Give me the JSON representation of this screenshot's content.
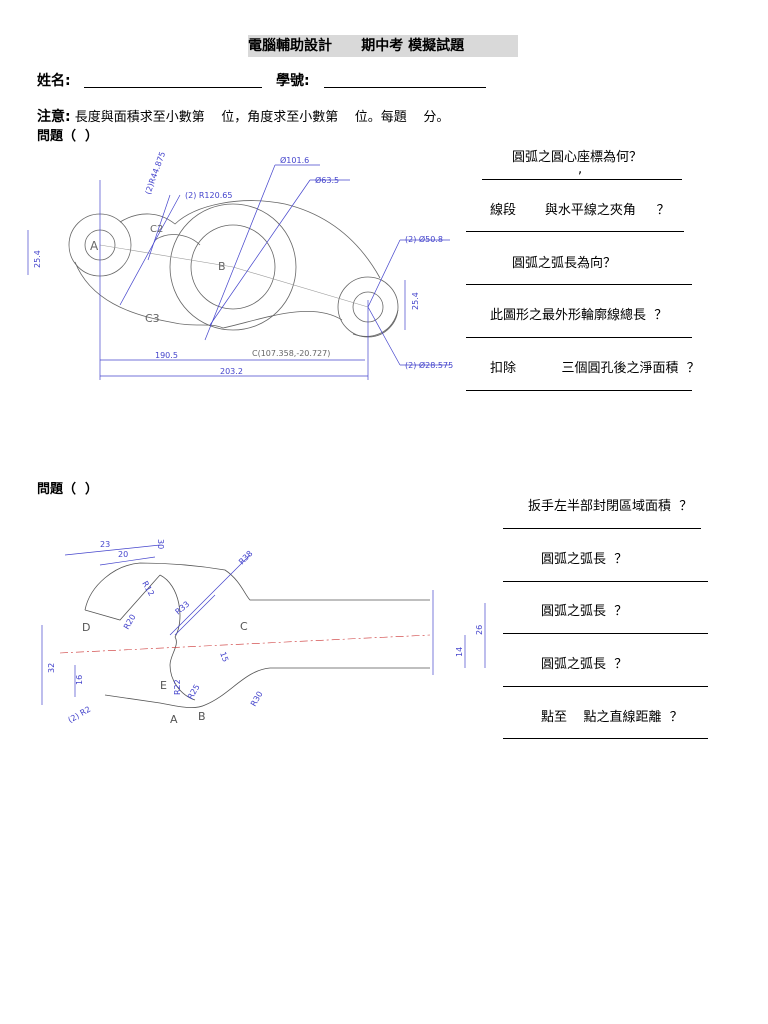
{
  "header": {
    "title": "電腦輔助設計      期中考 模擬試題"
  },
  "student": {
    "name_label": "姓名:",
    "id_label": "學號:"
  },
  "note": {
    "label": "注意:",
    "text": " 長度與面積求至小數第    位，角度求至小數第    位。每題    分。"
  },
  "section1": {
    "heading": "問題（  ）",
    "questions": [
      "圓弧之圓心座標為何？",
      "線段       與水平線之夾角     ？",
      "圓弧之弧長為向？",
      "此圖形之最外形輪廓線總長  ？",
      "扣除           三個圓孔後之淨面積  ？"
    ],
    "q1_sub": ",",
    "drawing_labels": {
      "A": "A",
      "B": "B",
      "C2": "C2",
      "C3": "C3",
      "r1": "(2)R44.875",
      "r2": "(2) R120.65",
      "d1": "Ø101.6",
      "d2": "Ø63.5",
      "d3": "(2) Ø50.8",
      "d4": "(2) Ø28.575",
      "v1": "25.4",
      "v2": "25.4",
      "h1": "190.5",
      "h2": "203.2",
      "coord": "C(107.358,-20.727)"
    }
  },
  "section2": {
    "heading": "問題（  ）",
    "questions": [
      "扳手左半部封閉區域面積  ？",
      "圓弧之弧長  ？",
      "圓弧之弧長  ？",
      "圓弧之弧長  ？",
      "點至    點之直線距離  ？"
    ],
    "drawing_labels": {
      "d23": "23",
      "d20": "20",
      "d30": "30",
      "r38": "R38",
      "r12": "R12",
      "r20": "R20",
      "r33": "R33",
      "d32": "32",
      "d16": "16",
      "r22": "R22",
      "r25": "R25",
      "r30": "R30",
      "d14": "14",
      "d26": "26",
      "d15": "15",
      "r2": "(2) R2",
      "A": "A",
      "B": "B",
      "C": "C",
      "D": "D",
      "E": "E"
    }
  }
}
